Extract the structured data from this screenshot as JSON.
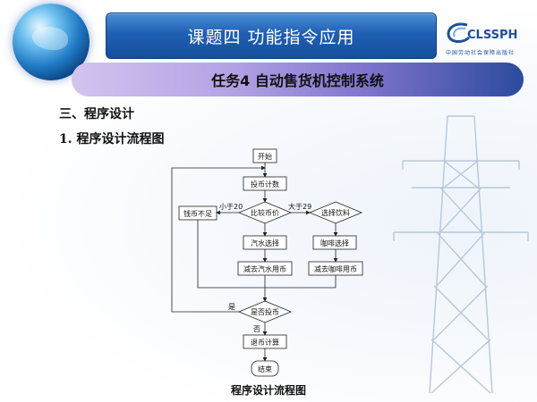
{
  "header": {
    "title": "课题四    功能指令应用",
    "logo_text": "CLSSPH",
    "logo_sub": "中国劳动社会保障出版社"
  },
  "task": {
    "title": "任务4    自动售货机控制系统"
  },
  "content": {
    "section": "三、程序设计",
    "subsection": "1. 程序设计流程图",
    "caption": "程序设计流程图"
  },
  "flowchart": {
    "nodes": {
      "start": "开始",
      "count": "投币计数",
      "compare": "比较币价",
      "insufficient": "钱币不足",
      "choose": "选择饮料",
      "soda_select": "汽水选择",
      "coffee_select": "咖啡选择",
      "soda_deduct": "减去汽水用币",
      "coffee_deduct": "减去咖啡用币",
      "coin_in": "是否投币",
      "refund": "退币计算",
      "end": "结束"
    },
    "edges": {
      "less_than": "小于20",
      "greater_than": "大于29",
      "yes": "是",
      "no": "否"
    }
  }
}
